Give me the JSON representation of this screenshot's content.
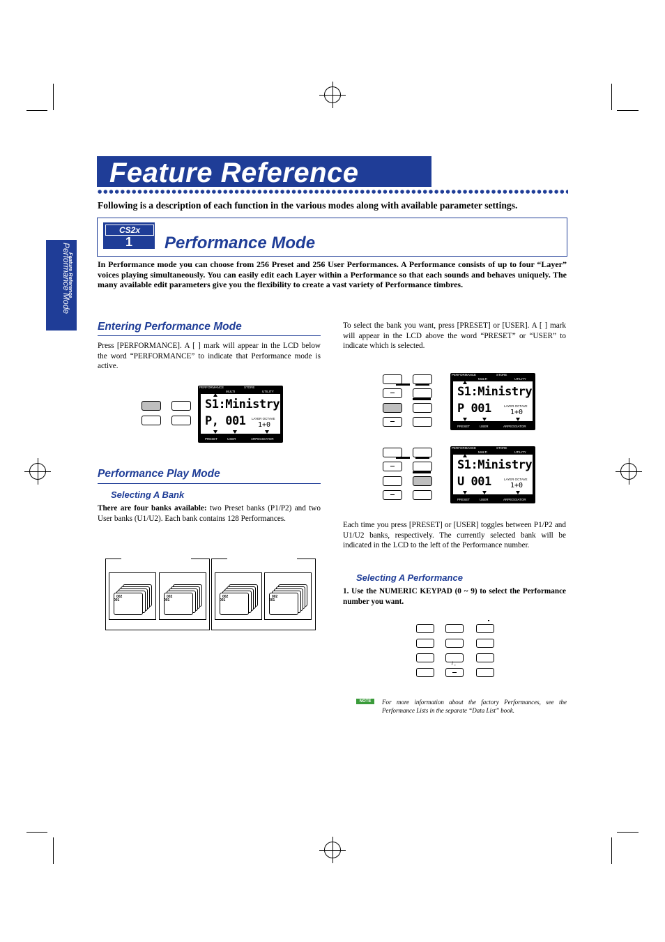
{
  "page_title": "Feature Reference",
  "intro": "Following is a description of each function in the various modes along with available parameter settings.",
  "mode": {
    "logo_text": "CS2x",
    "logo_number": "1",
    "title": "Performance Mode",
    "lead": "In Performance mode you can choose from 256 Preset and 256 User Performances. A Performance consists of up to four “Layer” voices playing simultaneously. You can easily edit each Layer within a Performance so that each sounds and behaves uniquely. The many available edit parameters give you the flexibility to create a vast variety of Performance timbres."
  },
  "side_tab": {
    "section": "Feature Reference",
    "mode": "Performance Mode"
  },
  "entering": {
    "heading": "Entering Performance Mode",
    "body": "Press [PERFORMANCE]. A [ ] mark will appear in the LCD below the word “PERFORMANCE” to indicate that Performance mode is active."
  },
  "bank_select_text": "To select the bank you want, press [PRESET] or [USER]. A [ ] mark will appear in the LCD above the word “PRESET” or “USER” to indicate which is selected.",
  "play_mode": {
    "heading": "Performance Play Mode",
    "sub_heading": "Selecting A Bank",
    "body_bold": "There are four banks available:",
    "body": " two Preset banks (P1/P2) and two User banks (U1/U2). Each bank contains 128 Performances."
  },
  "bank_cards": {
    "top": "002",
    "bottom": "001"
  },
  "toggle_text": "Each time you press [PRESET] or [USER] toggles between P1/P2 and U1/U2 banks, respectively. The currently selected bank will be indicated in the LCD to the left of the Performance number.",
  "selecting_perf": {
    "heading": "Selecting A Performance",
    "step": "1.  Use the NUMERIC KEYPAD (0 ~ 9) to select the Performance number you want."
  },
  "lcd": {
    "labels_top": {
      "performance": "PERFORMANCE",
      "store": "STORE",
      "multi": "MULTI",
      "utility": "UTILITY"
    },
    "labels_bottom": {
      "preset": "PRESET",
      "user": "USER",
      "arpeggiator": "ARPEGGIATOR"
    },
    "layer_octave": "LAYER OCTAVE",
    "octave_value": "1+0",
    "name_line": "S1:Ministry",
    "preset_line": "P 001",
    "preset_line_first": "P, 001",
    "user_line": "U 001"
  },
  "keypad_label": "/ ,",
  "note": {
    "badge": "NOTE",
    "text": "For more information about the factory Performances, see the Performance Lists in the separate “Data List” book."
  }
}
